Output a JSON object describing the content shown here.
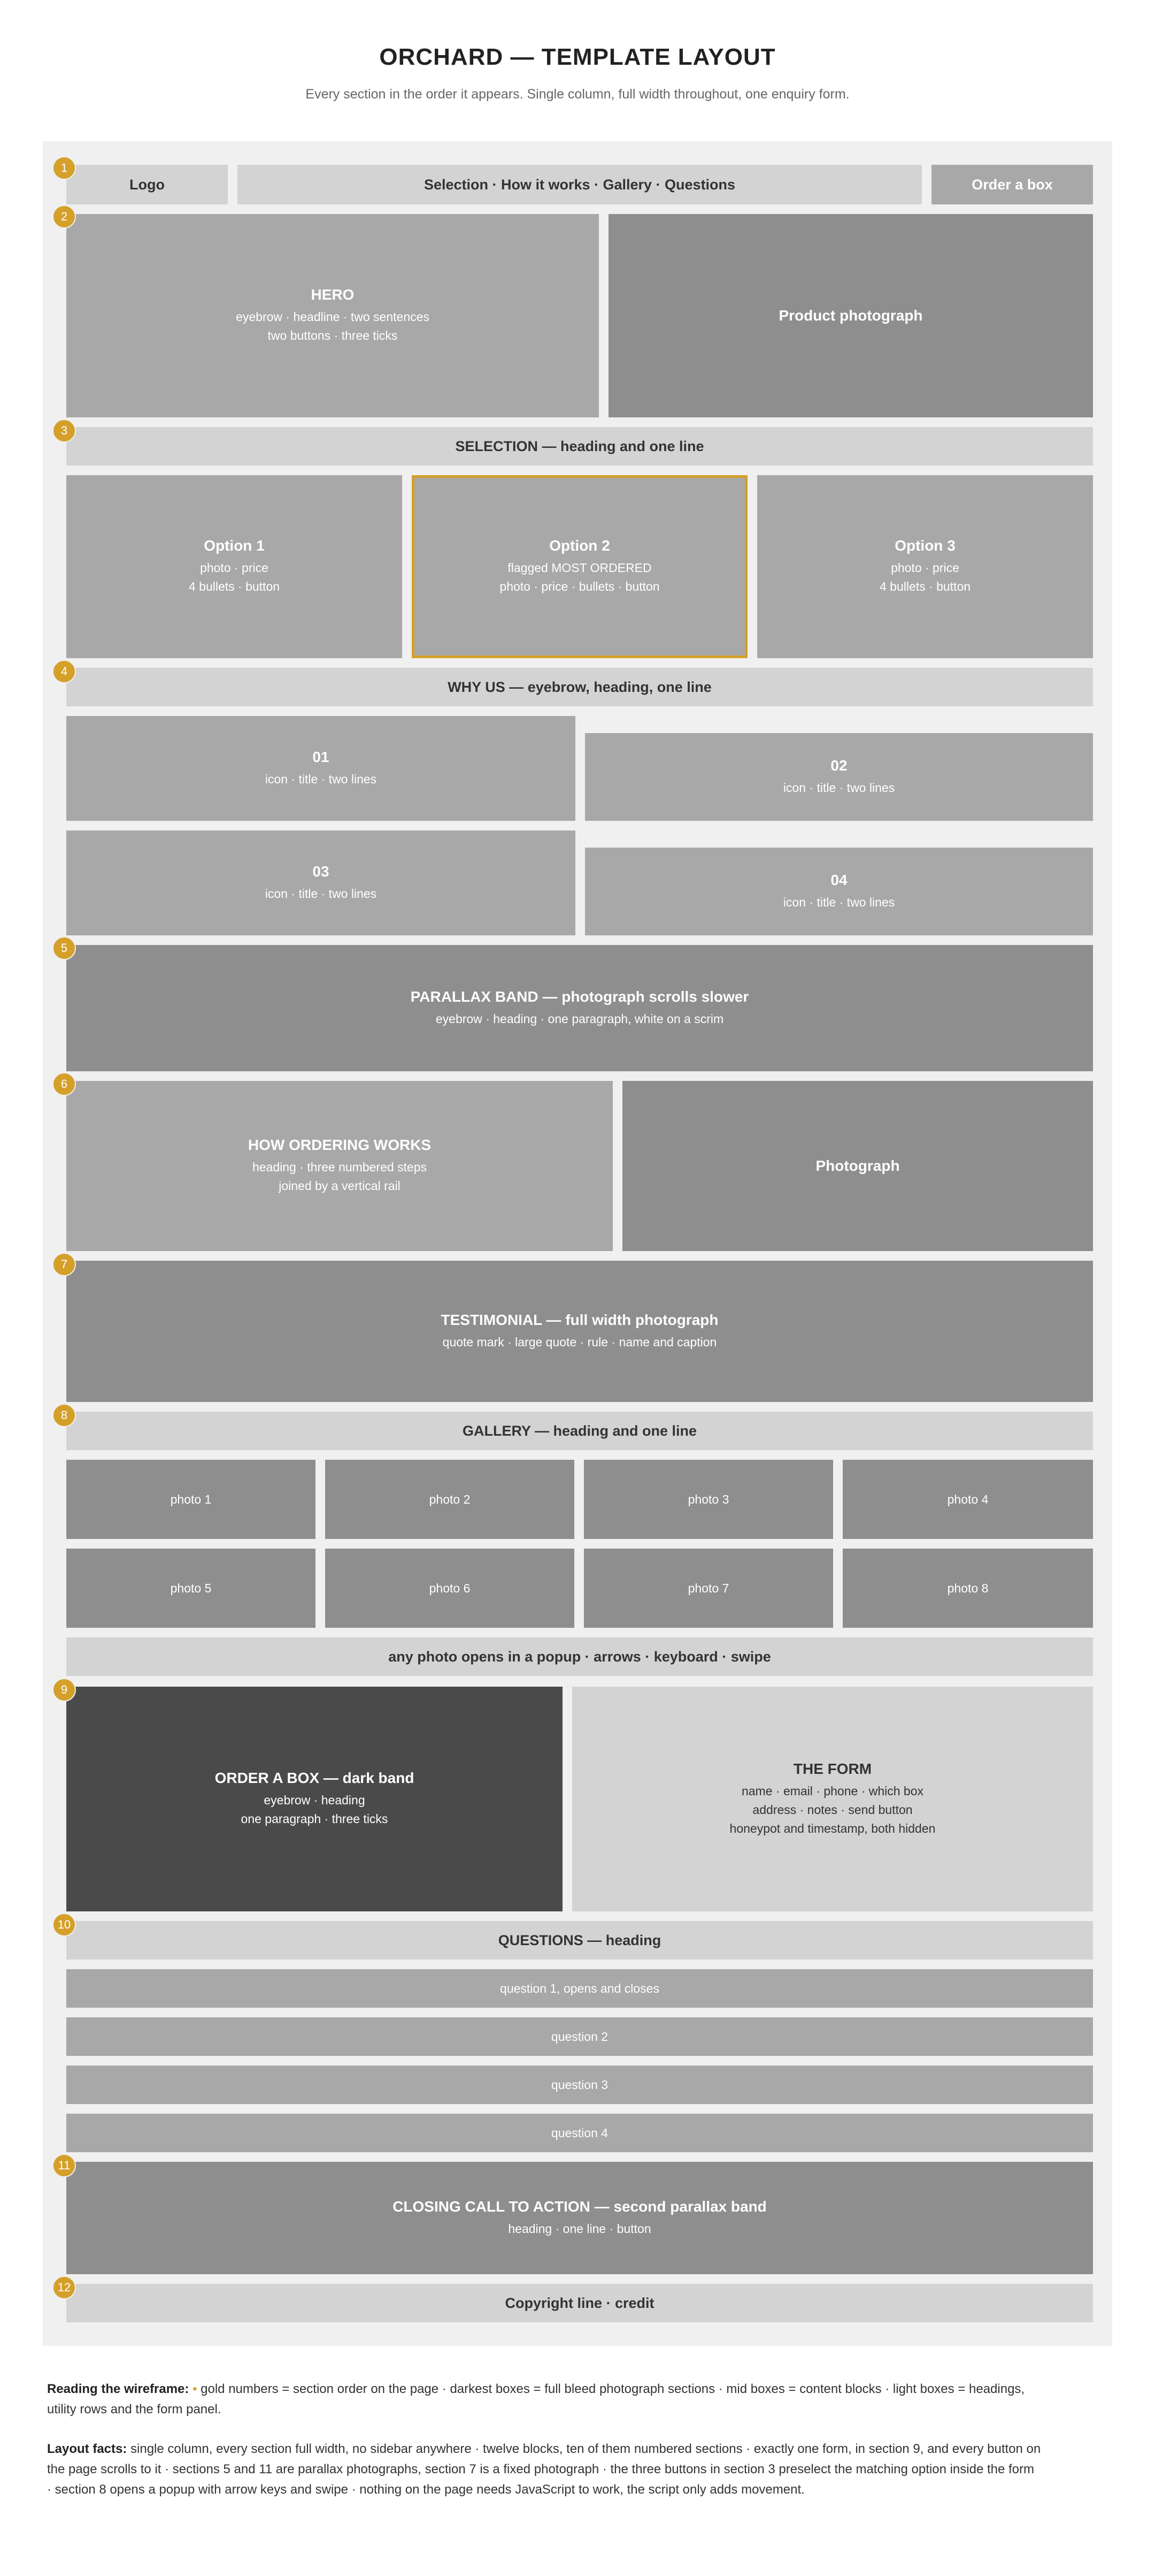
{
  "header": {
    "title": "ORCHARD — TEMPLATE LAYOUT",
    "subtitle": "Every section in the order it appears. Single column, full width throughout, one enquiry form."
  },
  "badges": [
    "1",
    "2",
    "3",
    "4",
    "5",
    "6",
    "7",
    "8",
    "9",
    "10",
    "11",
    "12"
  ],
  "nav": {
    "logo": "Logo",
    "links": "Selection · How it works · Gallery · Questions",
    "cta": "Order a box"
  },
  "hero": {
    "title": "HERO",
    "line1": "eyebrow · headline · two sentences",
    "line2": "two buttons · three ticks",
    "photo": "Product photograph"
  },
  "selection": {
    "heading": "SELECTION — heading and one line",
    "options": [
      {
        "title": "Option 1",
        "line1": "photo · price",
        "line2": "4 bullets · button"
      },
      {
        "title": "Option 2",
        "line1": "flagged MOST ORDERED",
        "line2": "photo · price · bullets · button"
      },
      {
        "title": "Option 3",
        "line1": "photo · price",
        "line2": "4 bullets · button"
      }
    ]
  },
  "why": {
    "heading": "WHY US — eyebrow, heading, one line",
    "items": [
      {
        "num": "01",
        "line": "icon · title · two lines"
      },
      {
        "num": "02",
        "line": "icon · title · two lines"
      },
      {
        "num": "03",
        "line": "icon · title · two lines"
      },
      {
        "num": "04",
        "line": "icon · title · two lines"
      }
    ]
  },
  "parallax": {
    "title": "PARALLAX BAND — photograph scrolls slower",
    "line": "eyebrow · heading · one paragraph, white on a scrim"
  },
  "how": {
    "title": "HOW ORDERING WORKS",
    "line1": "heading · three numbered steps",
    "line2": "joined by a vertical rail",
    "photo": "Photograph"
  },
  "testimonial": {
    "title": "TESTIMONIAL — full width photograph",
    "line": "quote mark · large quote · rule · name and caption"
  },
  "gallery": {
    "heading": "GALLERY — heading and one line",
    "photos": [
      "photo 1",
      "photo 2",
      "photo 3",
      "photo 4",
      "photo 5",
      "photo 6",
      "photo 7",
      "photo 8"
    ],
    "note": "any photo opens in a popup · arrows · keyboard · swipe"
  },
  "order": {
    "title": "ORDER A BOX — dark band",
    "line1": "eyebrow · heading",
    "line2": "one paragraph · three ticks",
    "form_title": "THE FORM",
    "form_line1": "name · email · phone · which box",
    "form_line2": "address · notes · send button",
    "form_line3": "honeypot and timestamp, both hidden"
  },
  "questions": {
    "heading": "QUESTIONS — heading",
    "items": [
      "question 1, opens and closes",
      "question 2",
      "question 3",
      "question 4"
    ]
  },
  "closing": {
    "title": "CLOSING CALL TO ACTION — second parallax band",
    "line": "heading · one line · button"
  },
  "footer_band": "Copyright line · credit",
  "notes": {
    "reading_label": "Reading the wireframe:",
    "reading_text": "gold numbers = section order on the page · darkest boxes = full bleed photograph sections · mid boxes = content blocks · light boxes = headings, utility rows and the form panel.",
    "facts_label": "Layout facts:",
    "facts_text": "single column, every section full width, no sidebar anywhere · twelve blocks, ten of them numbered sections · exactly one form, in section 9, and every button on the page scrolls to it · sections 5 and 11 are parallax photographs, section 7 is a fixed photograph · the three buttons in section 3 preselect the matching option inside the form · section 8 opens a popup with arrow keys and swipe · nothing on the page needs JavaScript to work, the script only adds movement."
  },
  "colors": {
    "gold": "#d4a02a",
    "light": "#d3d3d3",
    "mid": "#a8a8a8",
    "dark": "#8e8e8e",
    "darkest": "#4a4a4a"
  }
}
